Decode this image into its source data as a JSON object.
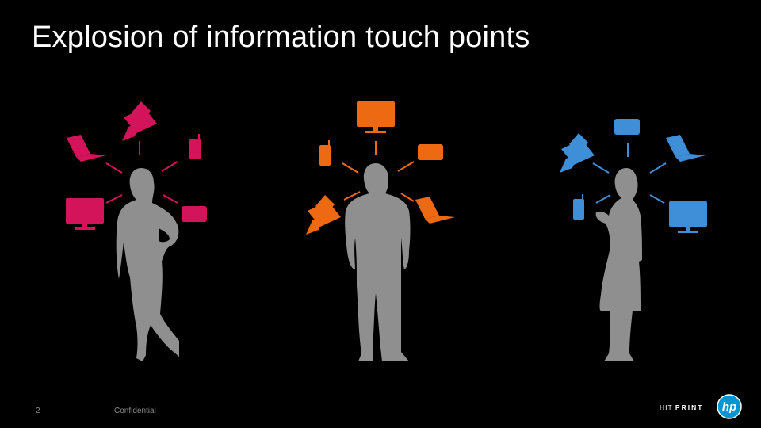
{
  "slide": {
    "title": "Explosion of information touch points",
    "page_number": "2",
    "footer_label": "Confidential"
  },
  "brand": {
    "prefix": "HIT",
    "suffix": "PRINT",
    "logo_text": "hp"
  },
  "colors": {
    "background": "#000000",
    "magenta": "#d4145a",
    "orange": "#ee6a12",
    "blue": "#3f8fd8",
    "silhouette": "#8f8f8f",
    "hp_blue": "#0096d6"
  },
  "groups": [
    {
      "name": "woman-standing",
      "color": "magenta",
      "icons": [
        "printer-icon",
        "phone-icon",
        "laptop-icon",
        "monitor-icon",
        "tablet-icon"
      ]
    },
    {
      "name": "man-standing",
      "color": "orange",
      "icons": [
        "monitor-icon",
        "phone-icon",
        "tablet-icon",
        "printer-icon",
        "laptop-icon"
      ]
    },
    {
      "name": "woman-with-phone",
      "color": "blue",
      "icons": [
        "tablet-icon",
        "printer-icon",
        "laptop-icon",
        "phone-icon",
        "monitor-icon"
      ]
    }
  ]
}
